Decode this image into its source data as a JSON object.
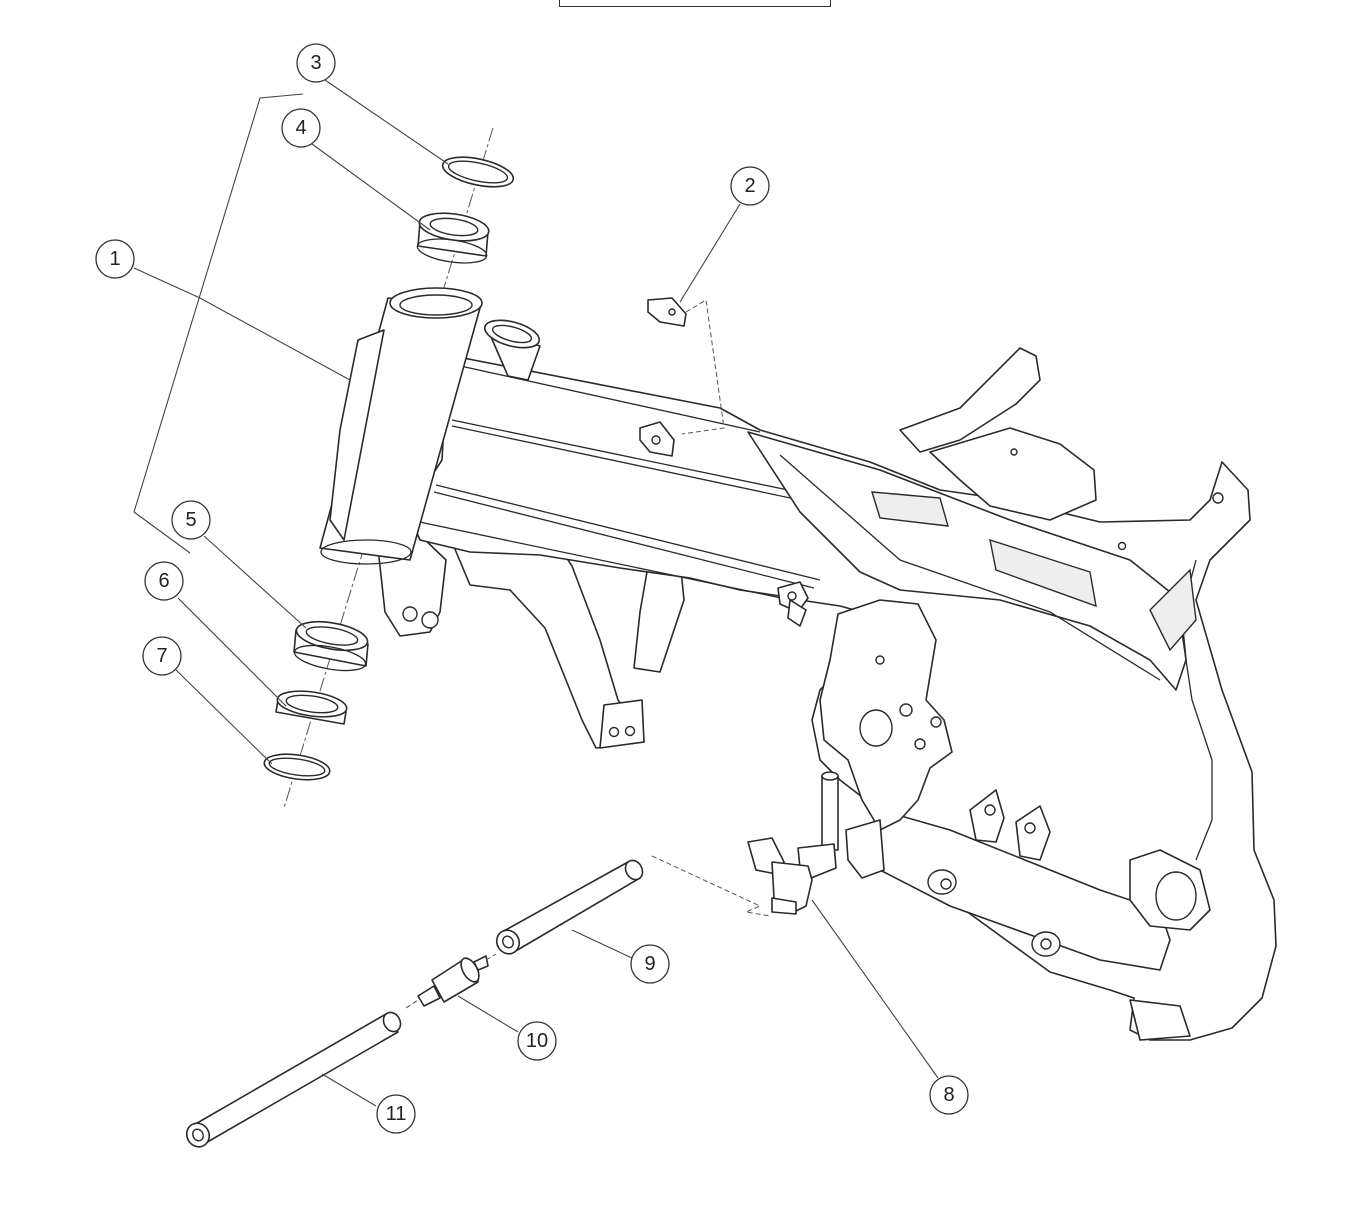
{
  "callouts": [
    {
      "id": "1",
      "label": "1"
    },
    {
      "id": "2",
      "label": "2"
    },
    {
      "id": "3",
      "label": "3"
    },
    {
      "id": "4",
      "label": "4"
    },
    {
      "id": "5",
      "label": "5"
    },
    {
      "id": "6",
      "label": "6"
    },
    {
      "id": "7",
      "label": "7"
    },
    {
      "id": "8",
      "label": "8"
    },
    {
      "id": "9",
      "label": "9"
    },
    {
      "id": "10",
      "label": "10"
    },
    {
      "id": "11",
      "label": "11"
    }
  ],
  "colors": {
    "line": "#2a2a2a",
    "background": "#ffffff"
  }
}
